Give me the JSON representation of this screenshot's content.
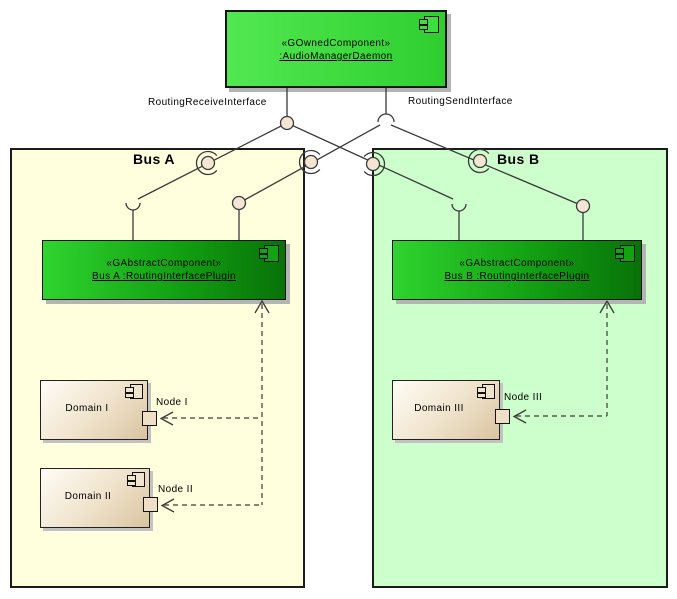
{
  "diagram": {
    "daemon": {
      "stereotype": "«GOwnedComponent»",
      "name": ":AudioManagerDaemon"
    },
    "interfaces": {
      "receive_label": "RoutingReceiveInterface",
      "send_label": "RoutingSendInterface"
    },
    "regions": {
      "bus_a": {
        "label": "Bus A"
      },
      "bus_b": {
        "label": "Bus B"
      }
    },
    "plugins": {
      "bus_a": {
        "stereotype": "«GAbstractComponent»",
        "name": "Bus A :RoutingInterfacePlugin"
      },
      "bus_b": {
        "stereotype": "«GAbstractComponent»",
        "name": "Bus B :RoutingInterfacePlugin"
      }
    },
    "domains": [
      {
        "label": "Domain I",
        "node": "Node I"
      },
      {
        "label": "Domain II",
        "node": "Node II"
      },
      {
        "label": "Domain III",
        "node": "Node III"
      }
    ],
    "colors": {
      "daemon_green": "#3cd93c",
      "plugin_green_light": "#2fd42f",
      "plugin_green_dark": "#087208",
      "bus_a_bg": "#ffffde",
      "bus_b_bg": "#ccffcc",
      "domain_beige": "#e8d8b8",
      "ball_fill": "#f4e6d3",
      "line": "#3a3a3a",
      "shadow": "#b4b4b4"
    }
  }
}
